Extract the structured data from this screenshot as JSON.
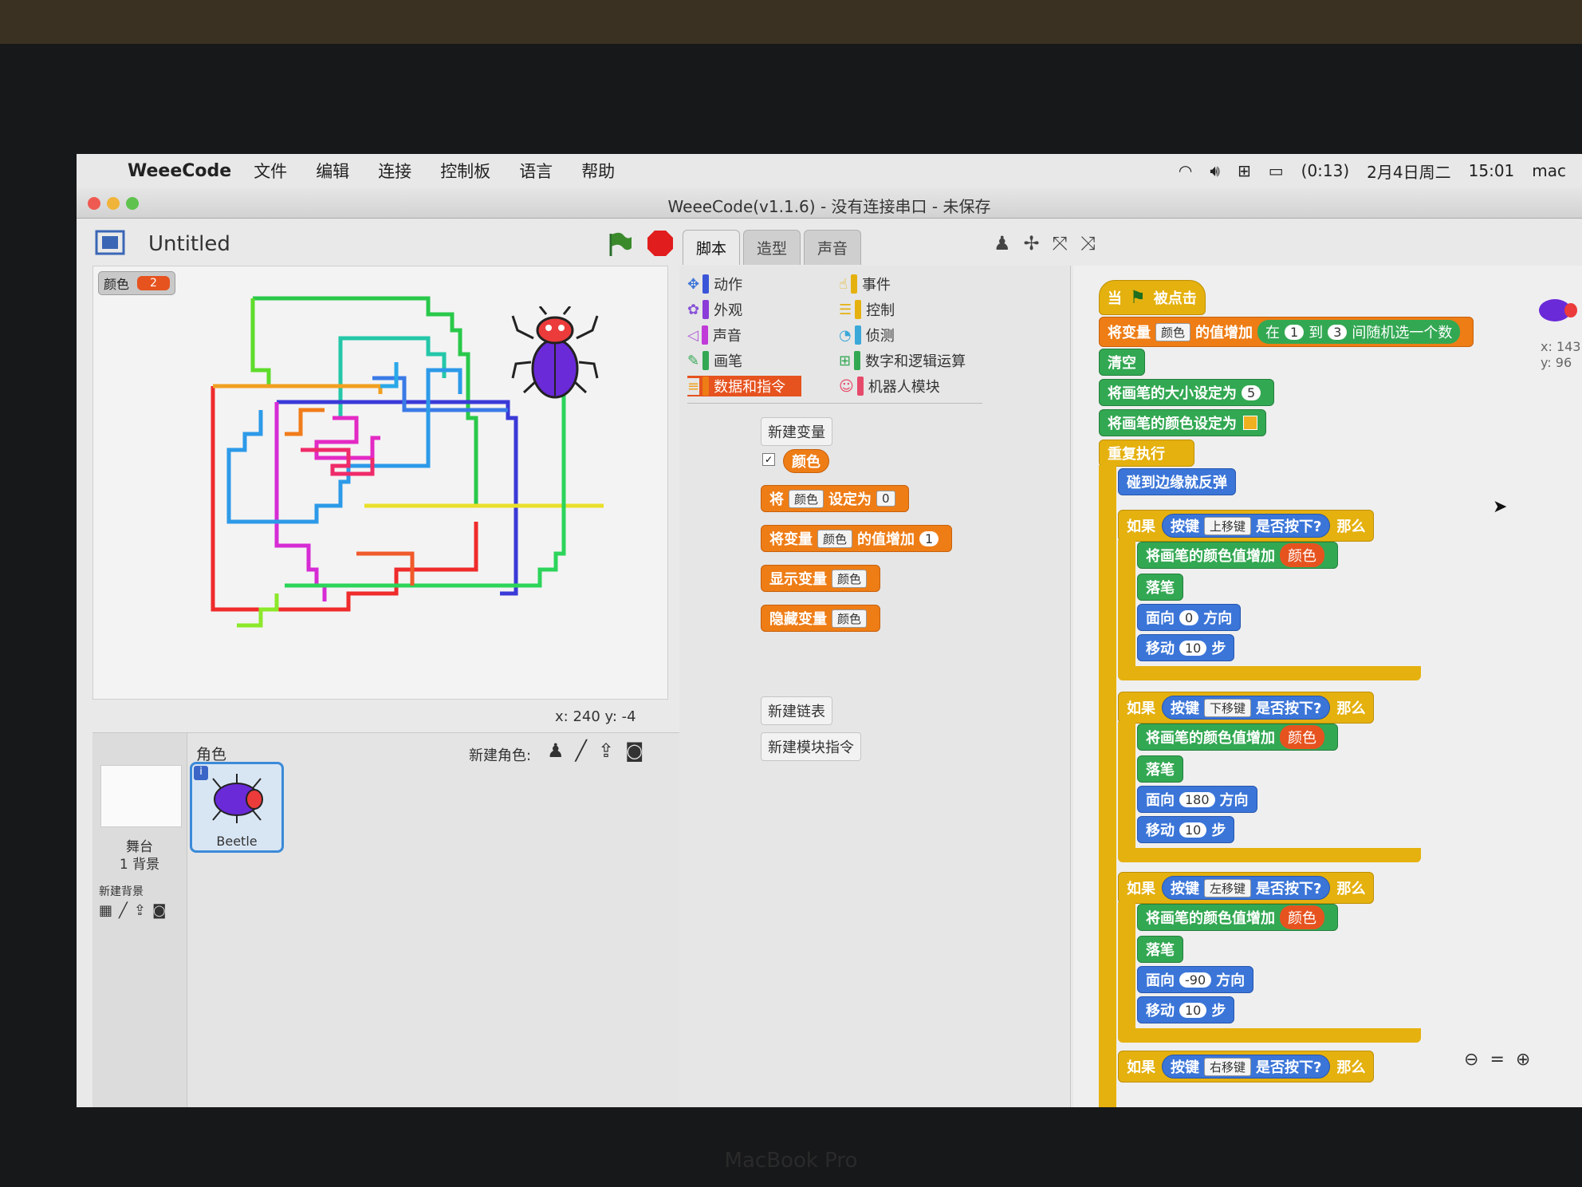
{
  "menubar": {
    "app_name": "WeeeCode",
    "items": [
      "文件",
      "编辑",
      "连接",
      "控制板",
      "语言",
      "帮助"
    ],
    "battery": "(0:13)",
    "date": "2月4日周二",
    "time": "15:01",
    "user": "mac"
  },
  "window": {
    "title": "WeeeCode(v1.1.6) - 没有连接串口 - 未保存"
  },
  "stage": {
    "project_title": "Untitled",
    "variable_label": "颜色",
    "variable_value": "2",
    "coords": "x: 240  y: -4"
  },
  "sprites": {
    "header": "角色",
    "new_sprite_label": "新建角色:",
    "stage_label": "舞台",
    "backdrop_count": "1 背景",
    "new_backdrop_label": "新建背景",
    "sprite_name": "Beetle"
  },
  "tabs": [
    "脚本",
    "造型",
    "声音"
  ],
  "palette": {
    "categories_left": [
      "动作",
      "外观",
      "声音",
      "画笔",
      "数据和指令"
    ],
    "categories_right": [
      "事件",
      "控制",
      "侦测",
      "数字和逻辑运算",
      "机器人模块"
    ],
    "new_variable": "新建变量",
    "variable_name": "颜色",
    "block_set": {
      "a": "将",
      "var": "颜色",
      "b": "设定为",
      "val": "0"
    },
    "block_change": {
      "a": "将变量",
      "var": "颜色",
      "b": "的值增加",
      "val": "1"
    },
    "block_show": {
      "a": "显示变量",
      "var": "颜色"
    },
    "block_hide": {
      "a": "隐藏变量",
      "var": "颜色"
    },
    "new_list": "新建链表",
    "new_block": "新建模块指令"
  },
  "script": {
    "hat": {
      "a": "当",
      "b": "被点击"
    },
    "rand": {
      "a": "将变量",
      "var": "颜色",
      "b": "的值增加",
      "c": "在",
      "lo": "1",
      "d": "到",
      "hi": "3",
      "e": "间随机选一个数"
    },
    "clear": "清空",
    "pen_size": {
      "a": "将画笔的大小设定为",
      "val": "5"
    },
    "pen_color": "将画笔的颜色设定为",
    "forever": "重复执行",
    "bounce": "碰到边缘就反弹",
    "if_word": "如果",
    "key_word": "按键",
    "pressed_word": "是否按下?",
    "then_word": "那么",
    "change_color": "将画笔的颜色值增加",
    "color_var": "颜色",
    "pen_down": "落笔",
    "face": "面向",
    "direction": "方向",
    "move": "移动",
    "steps": "步",
    "step_val": "10",
    "keys": [
      "上移键",
      "下移键",
      "左移键",
      "右移键"
    ],
    "dirs": [
      "0",
      "180",
      "-90"
    ]
  },
  "sprite_info": {
    "x": "x: 143",
    "y": "y: 96"
  },
  "footer_brand": "MacBook Pro"
}
